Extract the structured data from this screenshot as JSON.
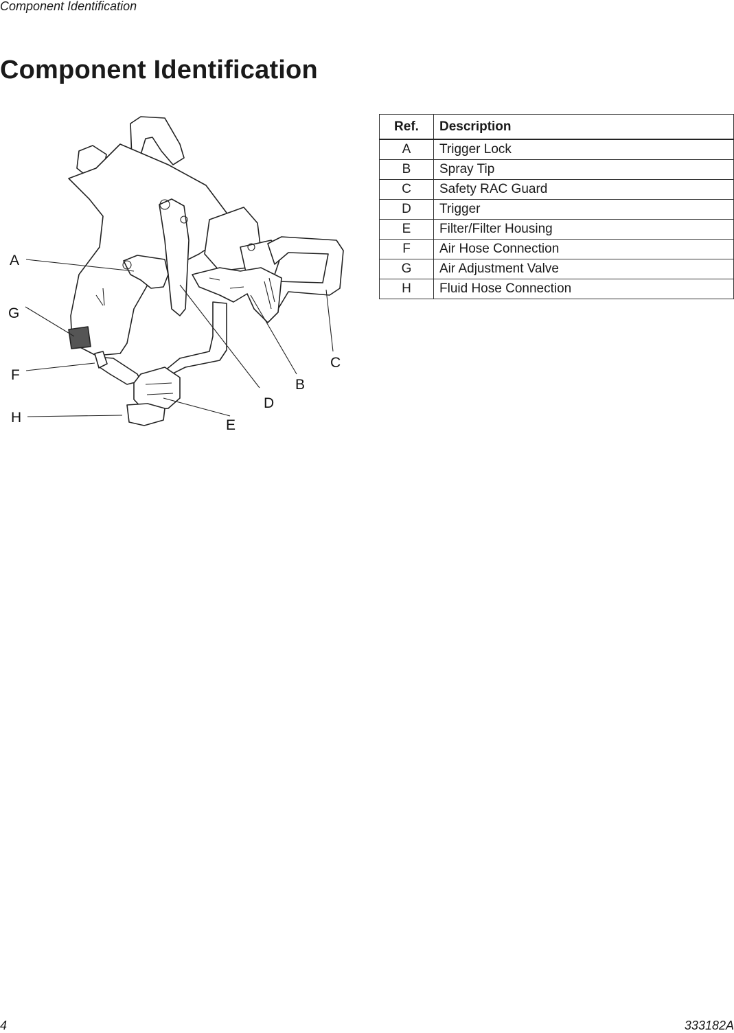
{
  "header": {
    "running_title": "Component Identification"
  },
  "page_title": "Component Identification",
  "figure": {
    "callouts": {
      "A": "A",
      "B": "B",
      "C": "C",
      "D": "D",
      "E": "E",
      "F": "F",
      "G": "G",
      "H": "H"
    }
  },
  "table": {
    "headers": {
      "ref": "Ref.",
      "description": "Description"
    },
    "rows": [
      {
        "ref": "A",
        "description": "Trigger Lock"
      },
      {
        "ref": "B",
        "description": "Spray Tip"
      },
      {
        "ref": "C",
        "description": "Safety RAC Guard"
      },
      {
        "ref": "D",
        "description": "Trigger"
      },
      {
        "ref": "E",
        "description": "Filter/Filter Housing"
      },
      {
        "ref": "F",
        "description": "Air Hose Connection"
      },
      {
        "ref": "G",
        "description": "Air Adjustment Valve"
      },
      {
        "ref": "H",
        "description": "Fluid Hose Connection"
      }
    ]
  },
  "footer": {
    "page_number": "4",
    "doc_number": "333182A"
  }
}
